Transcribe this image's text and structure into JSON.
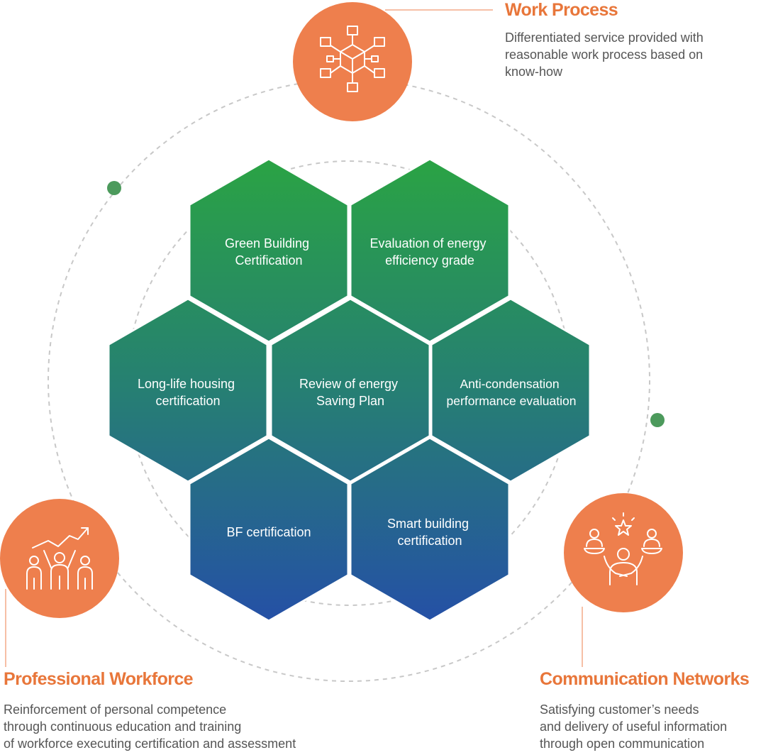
{
  "colors": {
    "accent_orange": "#ee7f4d",
    "title_orange": "#e8763a",
    "green_dot": "#4c9a5c",
    "hex_top": "#2aa344",
    "hex_mid": "#267f73",
    "hex_bottom": "#2550a6",
    "dashed_ring": "#c8c8c8"
  },
  "hexagons": [
    {
      "label_lines": [
        "Green Building",
        "Certification"
      ]
    },
    {
      "label_lines": [
        "Evaluation of energy",
        "efficiency grade"
      ]
    },
    {
      "label_lines": [
        "Long-life housing",
        "certification"
      ]
    },
    {
      "label_lines": [
        "Review of energy",
        "Saving Plan"
      ]
    },
    {
      "label_lines": [
        "Anti-condensation",
        "performance evaluation"
      ]
    },
    {
      "label_lines": [
        "BF certification"
      ]
    },
    {
      "label_lines": [
        "Smart building",
        "certification"
      ]
    }
  ],
  "features": {
    "work_process": {
      "title": "Work Process",
      "description": "Differentiated service provided with\nreasonable work process based on\nknow-how",
      "icon": "network-cube-icon"
    },
    "professional_workforce": {
      "title": "Professional Workforce",
      "description": "Reinforcement of personal competence\nthrough continuous education and training\nof workforce executing certification and assessment",
      "icon": "team-growth-icon"
    },
    "communication_networks": {
      "title": "Communication Networks",
      "description": "Satisfying customer’s needs\nand delivery of useful information\nthrough open communication",
      "icon": "customer-service-icon"
    }
  }
}
